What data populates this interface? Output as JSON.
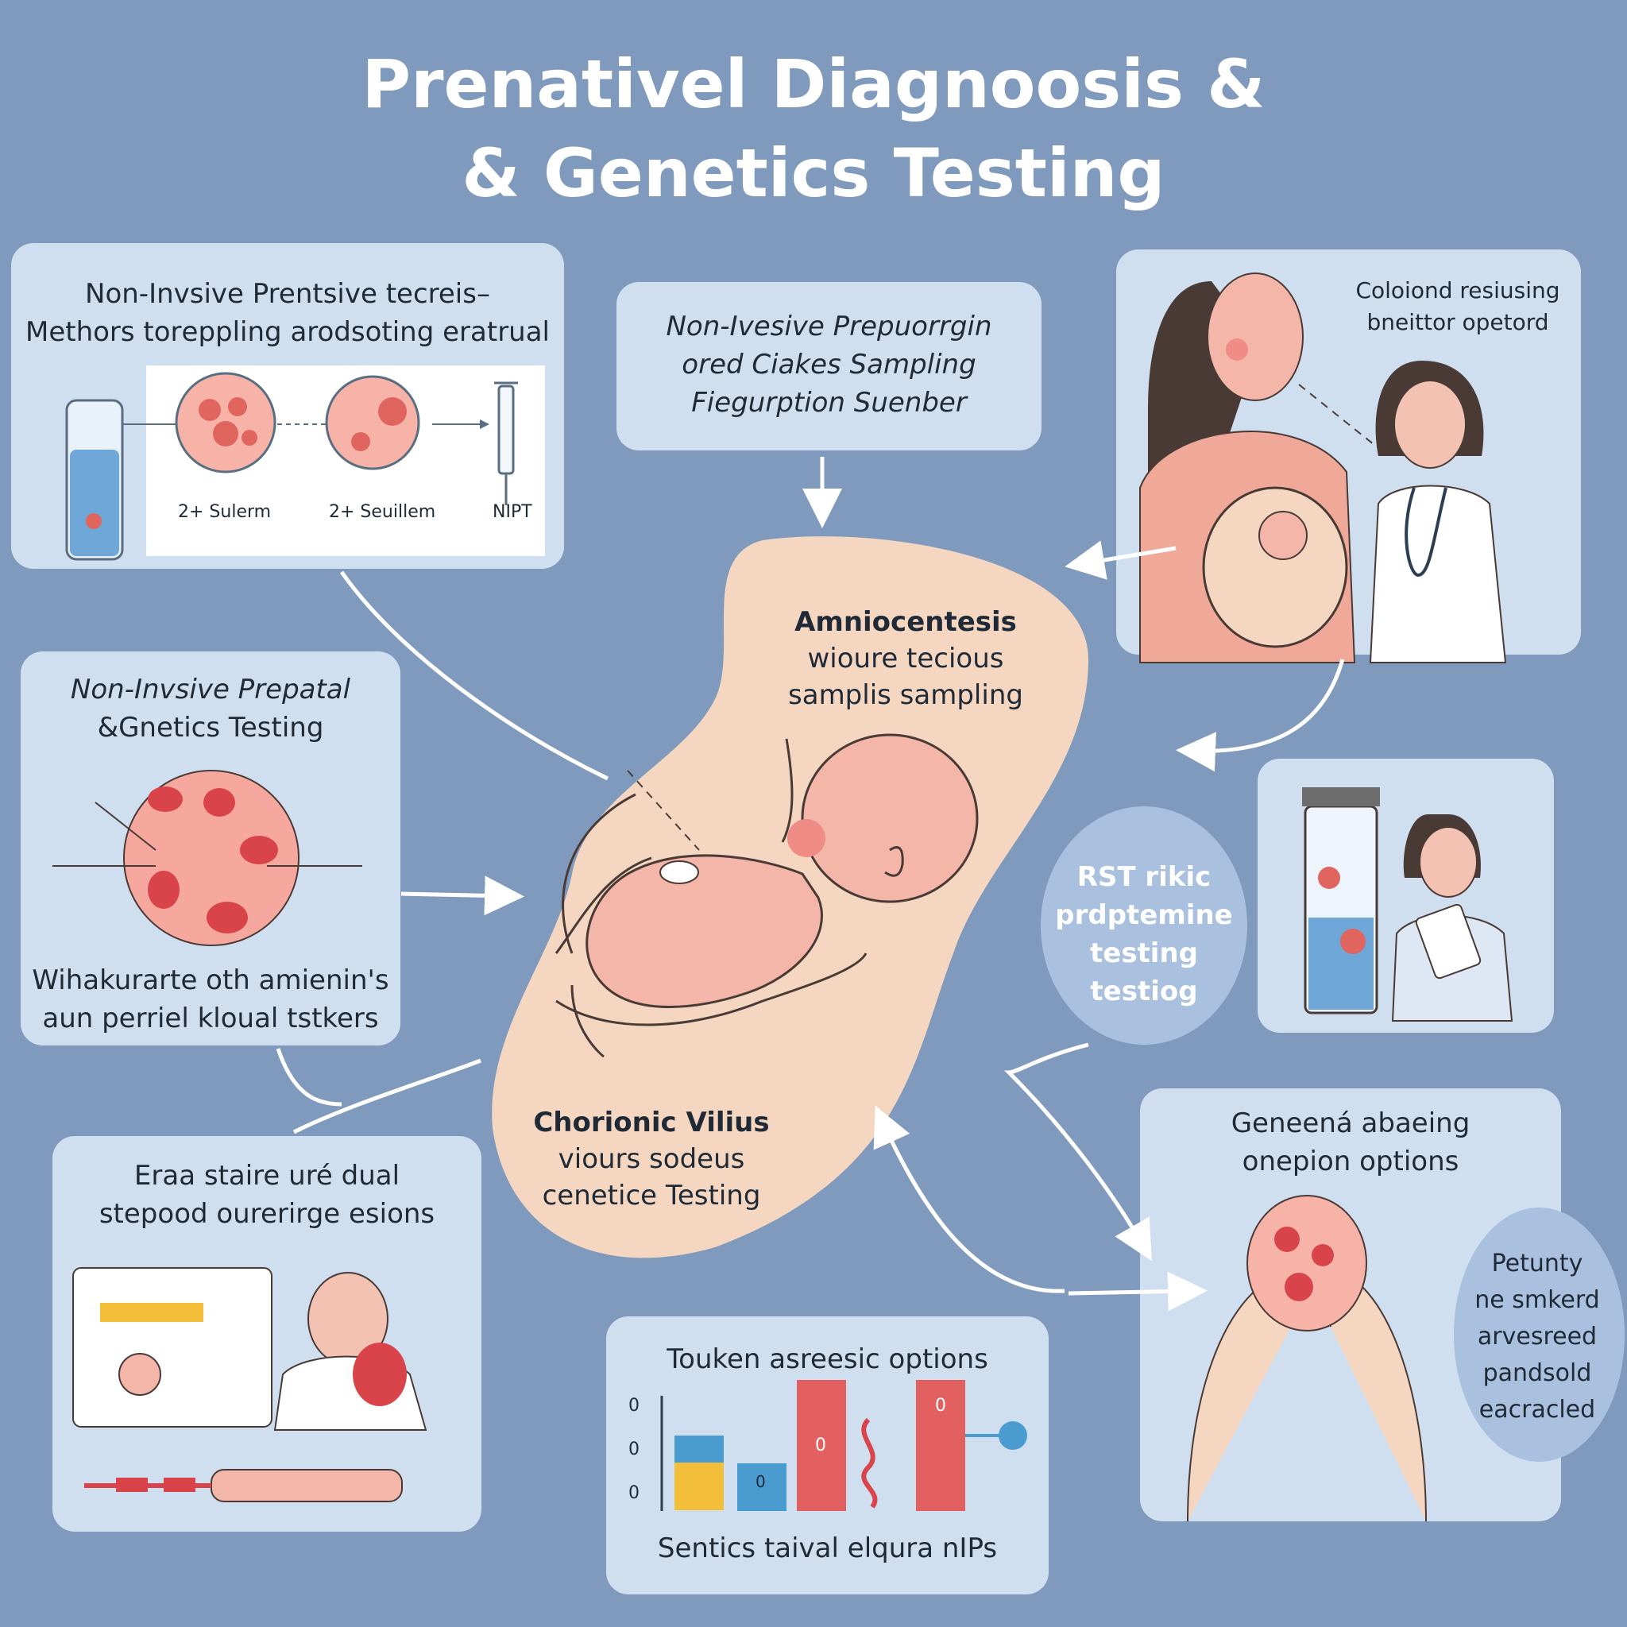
{
  "title": {
    "line1": "Prenativel Diagnoosis &",
    "line2": "& Genetics Testing"
  },
  "panels": {
    "nipt_top": {
      "line1": "Non-Invsive Prentsive tecreis–",
      "line2": "Methors torеppling arodsoting eratrual",
      "labels": [
        "2+ Sulerm",
        "2+ Seuillem",
        "NIPT"
      ]
    },
    "center_top": {
      "line1": "Non-Ivesive Prepuorrgin",
      "line2": "ored Ciakes Sampling",
      "line3": "Fiegurption Suenber"
    },
    "counsel": {
      "line1": "Coloiond resiusing",
      "line2": "bneittor opetord"
    },
    "left_mid": {
      "head1": "Non-Invsive Prepatal",
      "head2": "&Gnetics Testing",
      "foot1": "Wihakurarte oth amienin's",
      "foot2": "aun perriel kloual tstkers"
    },
    "amnio": {
      "line1": "Amniocentesis",
      "line2": "wioure tecious",
      "line3": "samplis sampling"
    },
    "cvs": {
      "line1": "Chorionic Vilius",
      "line2": "viours sodeus",
      "line3": "cenetice Testing"
    },
    "rst": {
      "line1": "RST rikic",
      "line2": "prdptemine",
      "line3": "testing",
      "line4": "testiog"
    },
    "genetic_options": {
      "line1": "Geneená abaeing",
      "line2": "onepion options"
    },
    "petunty": {
      "line1": "Petunty",
      "line2": "ne smkerd",
      "line3": "arvesreed",
      "line4": "pandsold",
      "line5": "eacracled"
    },
    "bottom_left": {
      "line1": "Eraa staire uré dual",
      "line2": "stepood ourerirge esions"
    },
    "touken": {
      "title": "Touken asreesic options",
      "footer": "Sentics taival elqura nIPs",
      "ticks": [
        "0",
        "0",
        "0"
      ],
      "bar_labels": [
        "0",
        "0",
        "0"
      ]
    }
  },
  "colors": {
    "background": "#7f9abd",
    "panel": "#cfdff0",
    "blob": "#f5d7c1",
    "cell": "#e0655f",
    "bar_red": "#e36060",
    "bar_blue": "#4a9bd0",
    "bar_yellow": "#f3bf3a"
  }
}
